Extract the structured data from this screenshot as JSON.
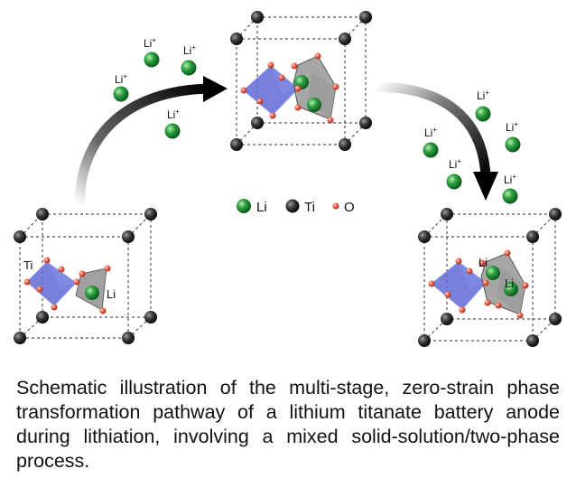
{
  "ions": {
    "label": "Li",
    "charge": "+"
  },
  "cells": {
    "initial": {
      "ti_label": "Ti",
      "li_label": "Li"
    },
    "final": {
      "li_label_1": "Li",
      "li_label_2": "Li"
    }
  },
  "legend": {
    "items": [
      {
        "label": "Li",
        "color": "#2ea043"
      },
      {
        "label": "Ti",
        "color": "#444444"
      },
      {
        "label": "O",
        "color": "#e8604c"
      }
    ]
  },
  "caption": "Schematic illustration of the multi-stage, zero-strain phase transformation pathway of a lithium titanate battery anode during lithiation, involving a mixed solid-solution/two-phase process.",
  "colors": {
    "octahedron_ti": "#5f6bd6",
    "octahedron_li": "#8a8a8a",
    "atom_li": "#2ea043",
    "atom_ti": "#3a3a3a",
    "atom_o": "#e8604c",
    "arrow": "#000000"
  }
}
